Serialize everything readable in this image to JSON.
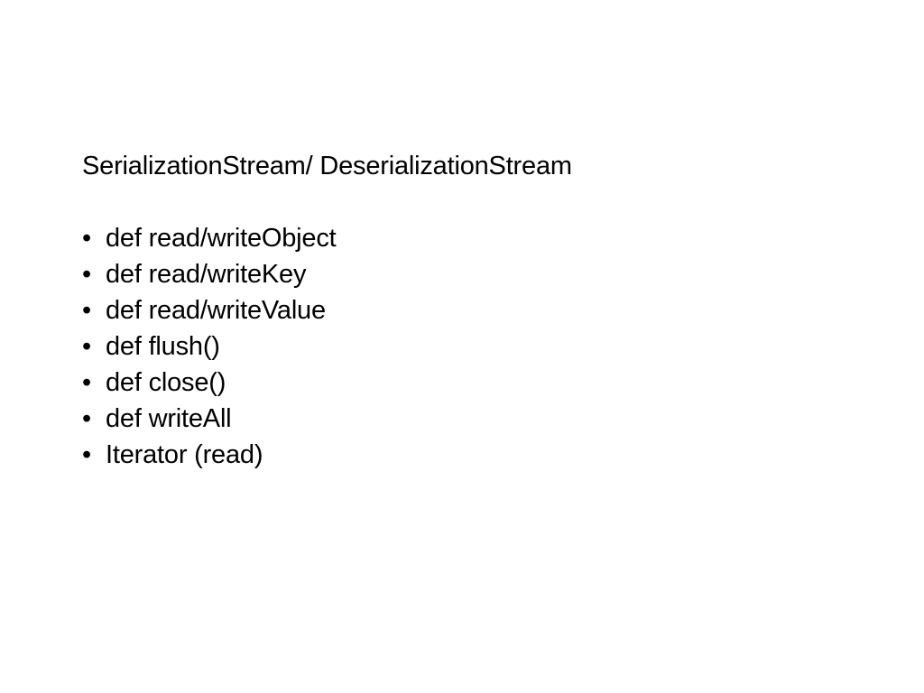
{
  "slide": {
    "title": "SerializationStream/ DeserializationStream",
    "bullet_symbol": "•",
    "items": [
      {
        "text": "def read/writeObject"
      },
      {
        "text": "def read/writeKey"
      },
      {
        "text": "def read/writeValue"
      },
      {
        "text": "def flush()"
      },
      {
        "text": "def close()"
      },
      {
        "text": "def writeAll"
      },
      {
        "text": "Iterator (read)"
      }
    ]
  },
  "colors": {
    "background": "#ffffff",
    "text": "#000000"
  }
}
